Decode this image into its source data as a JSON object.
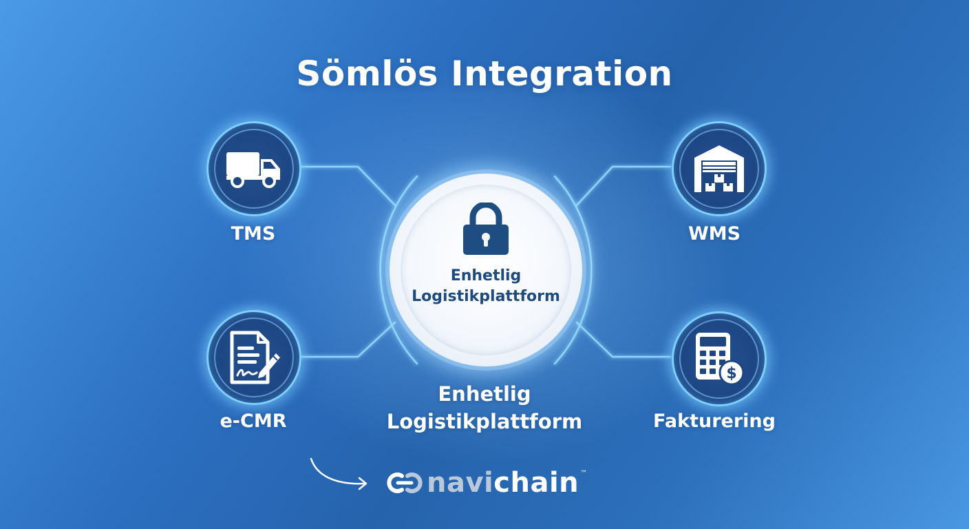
{
  "title": "Sömlös Integration",
  "center": {
    "line1": "Enhetlig",
    "line2": "Logistikplattform",
    "icon": "lock-icon"
  },
  "subtitle": {
    "line1": "Enhetlig",
    "line2": "Logistikplattform"
  },
  "nodes": [
    {
      "label": "TMS",
      "icon": "truck-icon"
    },
    {
      "label": "WMS",
      "icon": "warehouse-icon"
    },
    {
      "label": "e-CMR",
      "icon": "signed-document-icon"
    },
    {
      "label": "Fakturering",
      "icon": "calculator-dollar-icon"
    }
  ],
  "brand": {
    "part1": "navi",
    "part2": "chain",
    "tm": "™",
    "icon": "navichain-logo-icon"
  },
  "colors": {
    "background": "#2c6fc0",
    "node_fill": "#1d4682",
    "glow": "#7fd0ff",
    "center_text": "#1f4a7d",
    "brand_gray": "#b9c8da"
  }
}
